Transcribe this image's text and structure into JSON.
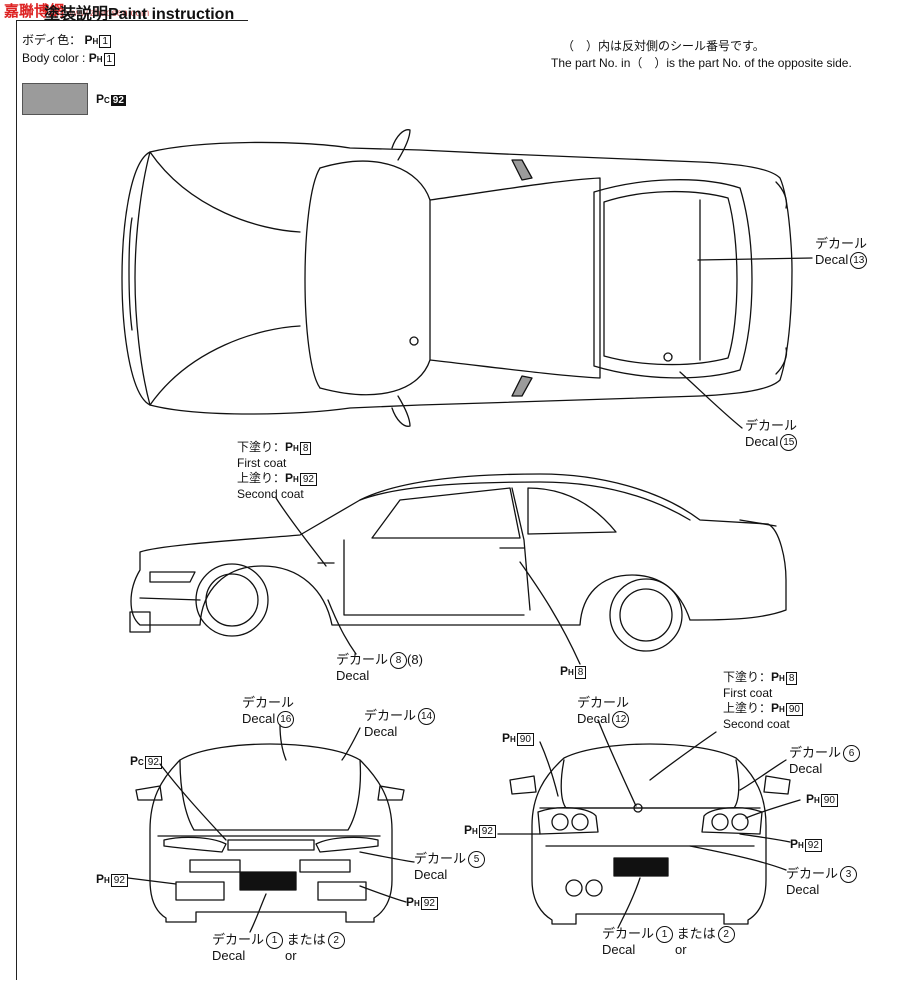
{
  "header": {
    "logo_text": "嘉聯博網",
    "watermark": "www.zhaosen.com",
    "jp_title": "塗装説明",
    "title": "Paint instruction"
  },
  "body_color": {
    "jp_label": "ボディ色：",
    "en_label": "Body color :",
    "code_prefix": "P",
    "code_sub": "H",
    "code_num": "1"
  },
  "swatch": {
    "color": "#9b9b9b",
    "code_prefix": "P",
    "code_sub": "C",
    "code_num": "92"
  },
  "note": {
    "jp": "（　）内は反対側のシール番号です。",
    "en": "The part No. in（　）is the part No. of the opposite side."
  },
  "top_view": {
    "decal13": {
      "jp": "デカール",
      "en": "Decal",
      "num": "13"
    },
    "decal15": {
      "jp": "デカール",
      "en": "Decal",
      "num": "15"
    }
  },
  "side_view": {
    "coat": {
      "first_jp": "下塗り：",
      "first_num": "8",
      "first_en": "First coat",
      "second_jp": "上塗り：",
      "second_num": "92",
      "second_en": "Second coat"
    },
    "decal8": {
      "jp": "デカール",
      "en": "Decal",
      "num": "8",
      "opp": "(8)"
    },
    "ph8": {
      "num": "8"
    }
  },
  "front_view": {
    "decal16": {
      "jp": "デカール",
      "en": "Decal",
      "num": "16"
    },
    "decal14": {
      "jp": "デカール",
      "en": "Decal",
      "num": "14"
    },
    "pc92": {
      "num": "92"
    },
    "decal5": {
      "jp": "デカール",
      "en": "Decal",
      "num": "5"
    },
    "ph92_left": {
      "num": "92"
    },
    "ph92_right": {
      "num": "92"
    },
    "decal_bottom": {
      "jp": "デカール",
      "en": "Decal",
      "num1": "1",
      "or_jp": "または",
      "or_en": "or",
      "num2": "2"
    }
  },
  "rear_view": {
    "decal12": {
      "jp": "デカール",
      "en": "Decal",
      "num": "12"
    },
    "coat": {
      "first_jp": "下塗り：",
      "first_num": "8",
      "first_en": "First coat",
      "second_jp": "上塗り：",
      "second_num": "90",
      "second_en": "Second coat"
    },
    "ph90_left": {
      "num": "90"
    },
    "decal6": {
      "jp": "デカール",
      "en": "Decal",
      "num": "6"
    },
    "ph90_right": {
      "num": "90"
    },
    "ph92_left": {
      "num": "92"
    },
    "ph92_right": {
      "num": "92"
    },
    "decal3": {
      "jp": "デカール",
      "en": "Decal",
      "num": "3"
    },
    "decal_bottom": {
      "jp": "デカール",
      "en": "Decal",
      "num1": "1",
      "or_jp": "または",
      "or_en": "or",
      "num2": "2"
    }
  }
}
